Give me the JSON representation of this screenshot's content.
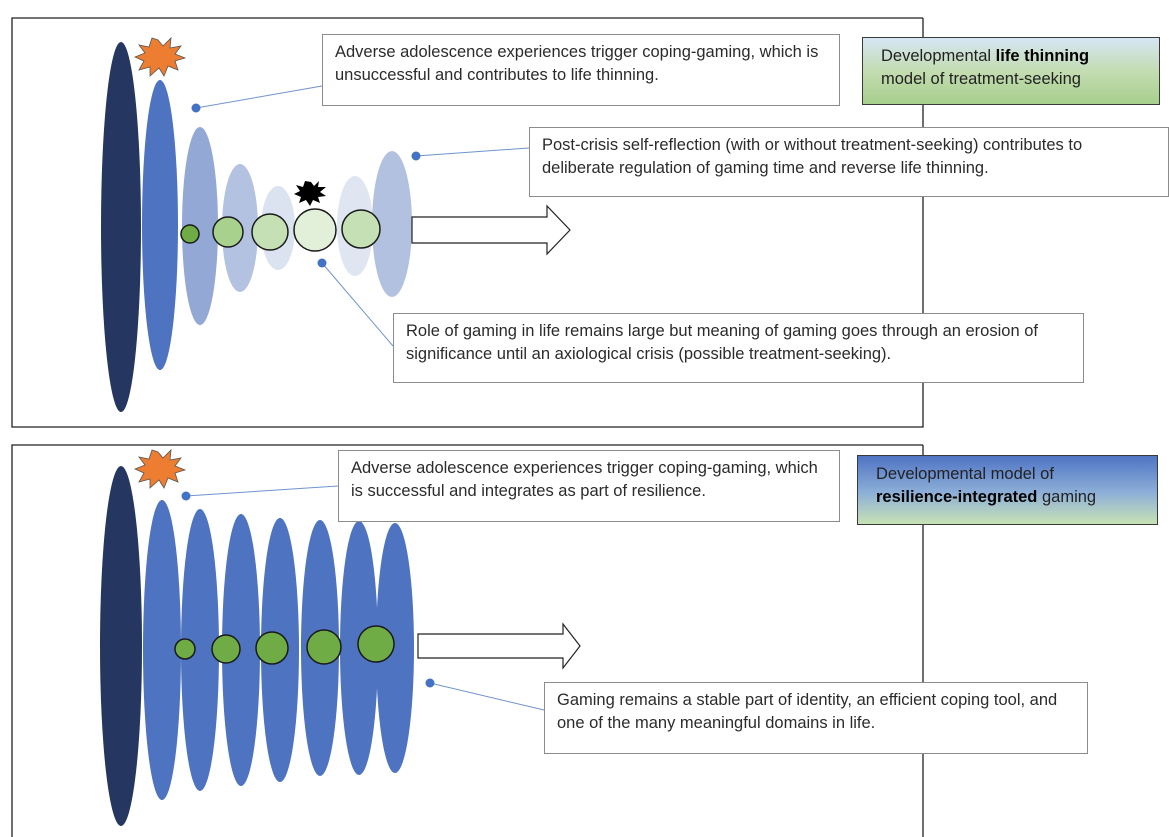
{
  "top_panel": {
    "title": {
      "line1_prefix": "Developmental ",
      "line1_bold": "life thinning",
      "line2": "model of treatment-seeking"
    },
    "callouts": {
      "adverse": "Adverse adolescence experiences trigger coping-gaming, which is unsuccessful and contributes to life thinning.",
      "post_crisis": "Post-crisis self-reflection (with or without treatment-seeking) contributes to deliberate regulation of gaming time and reverse life thinning.",
      "role": "Role of gaming in life remains large but meaning of gaming goes through an erosion of significance until an axiological crisis (possible treatment-seeking)."
    }
  },
  "bottom_panel": {
    "title": {
      "line1": "Developmental model of",
      "line2_bold": "resilience-integrated",
      "line2_suffix": " gaming"
    },
    "callouts": {
      "adverse": "Adverse adolescence experiences trigger coping-gaming, which is successful and integrates as part of resilience.",
      "stable": "Gaming remains a stable part of identity, an efficient coping tool, and one of the many meaningful domains in life."
    }
  },
  "colors": {
    "navy": "#253760",
    "blue": "#4e73c1",
    "burst_orange": "#ed7d31",
    "burst_black": "#000000",
    "circle_dark": "#6fac46",
    "dot": "#4472c4",
    "connector": "#6f94d0"
  },
  "icons": [
    "explosion-icon",
    "right-arrow-icon"
  ]
}
